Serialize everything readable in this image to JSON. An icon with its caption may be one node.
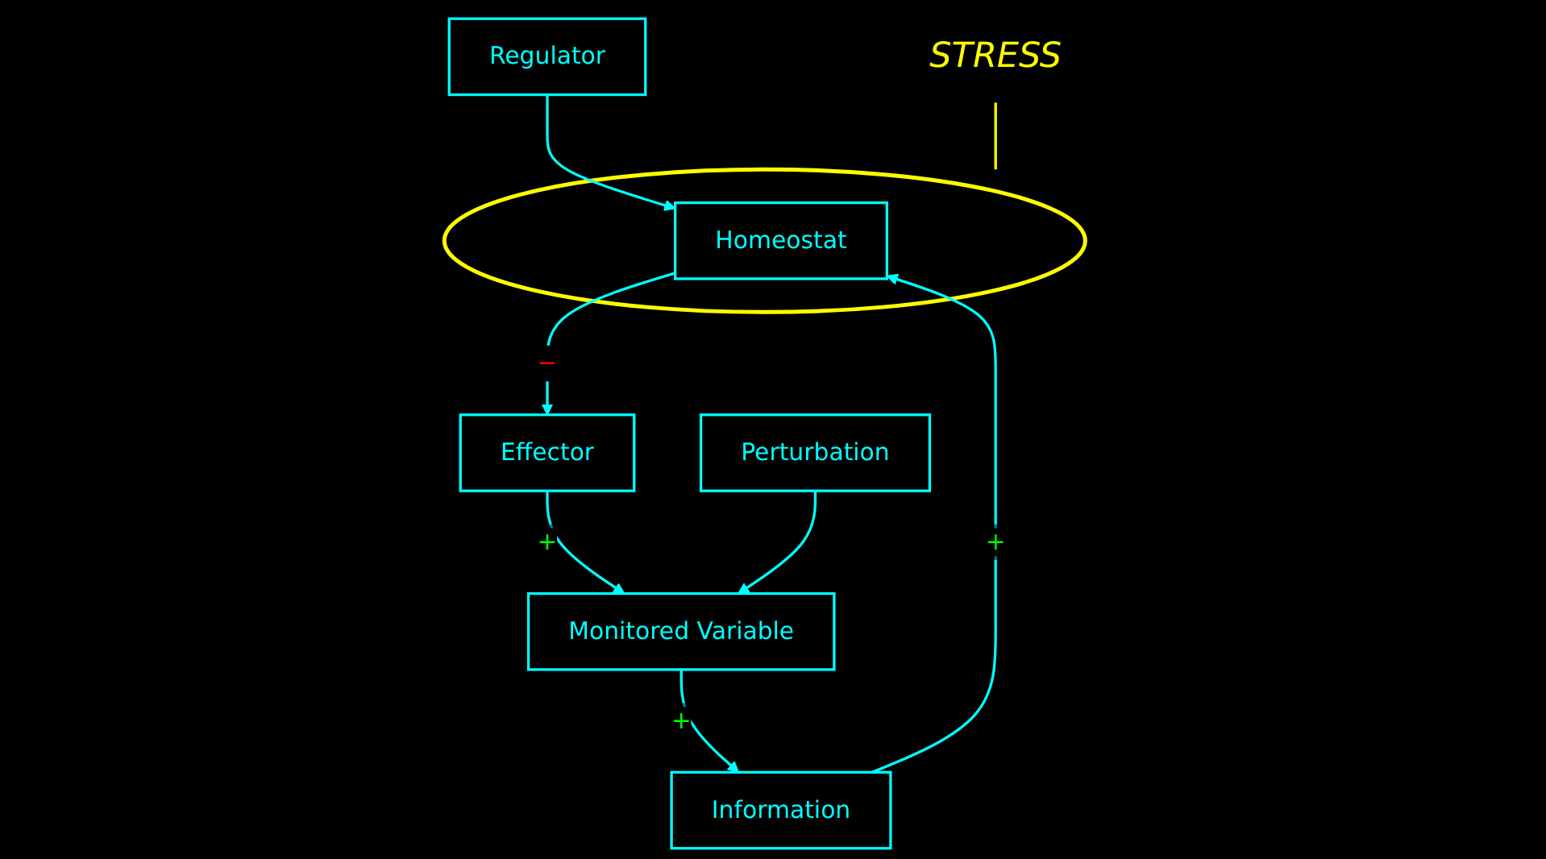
{
  "diagram": {
    "nodes": [
      {
        "text": [
          "Regulator"
        ]
      },
      {
        "text": [
          "STRESS"
        ]
      },
      {
        "text": [],
        "shape": "circle"
      },
      {
        "text": [
          "Homeostat"
        ],
        "in": 2
      },
      {
        "text": [
          "Information"
        ]
      },
      {
        "text": [
          "Effector"
        ]
      },
      {
        "text": [
          "Monitored Variable"
        ]
      },
      {
        "text": [
          "Perturbation"
        ]
      }
    ],
    "edges": [
      {
        "from": 0,
        "to": 3,
        "arrow": "to"
      },
      {
        "from": 1,
        "to": 2,
        "arrow": "none",
        "color": "#ffff00"
      },
      {
        "from": 3,
        "to": 5,
        "arrow": "to",
        "label": "−"
      },
      {
        "from": 5,
        "to": 6,
        "arrow": "to",
        "label": "+"
      },
      {
        "from": 6,
        "to": 4,
        "arrow": "to",
        "label": "+"
      },
      {
        "from": 4,
        "to": 3,
        "arrow": "to",
        "label": "+"
      },
      {
        "from": 7,
        "to": 6,
        "arrow": "to"
      }
    ]
  }
}
